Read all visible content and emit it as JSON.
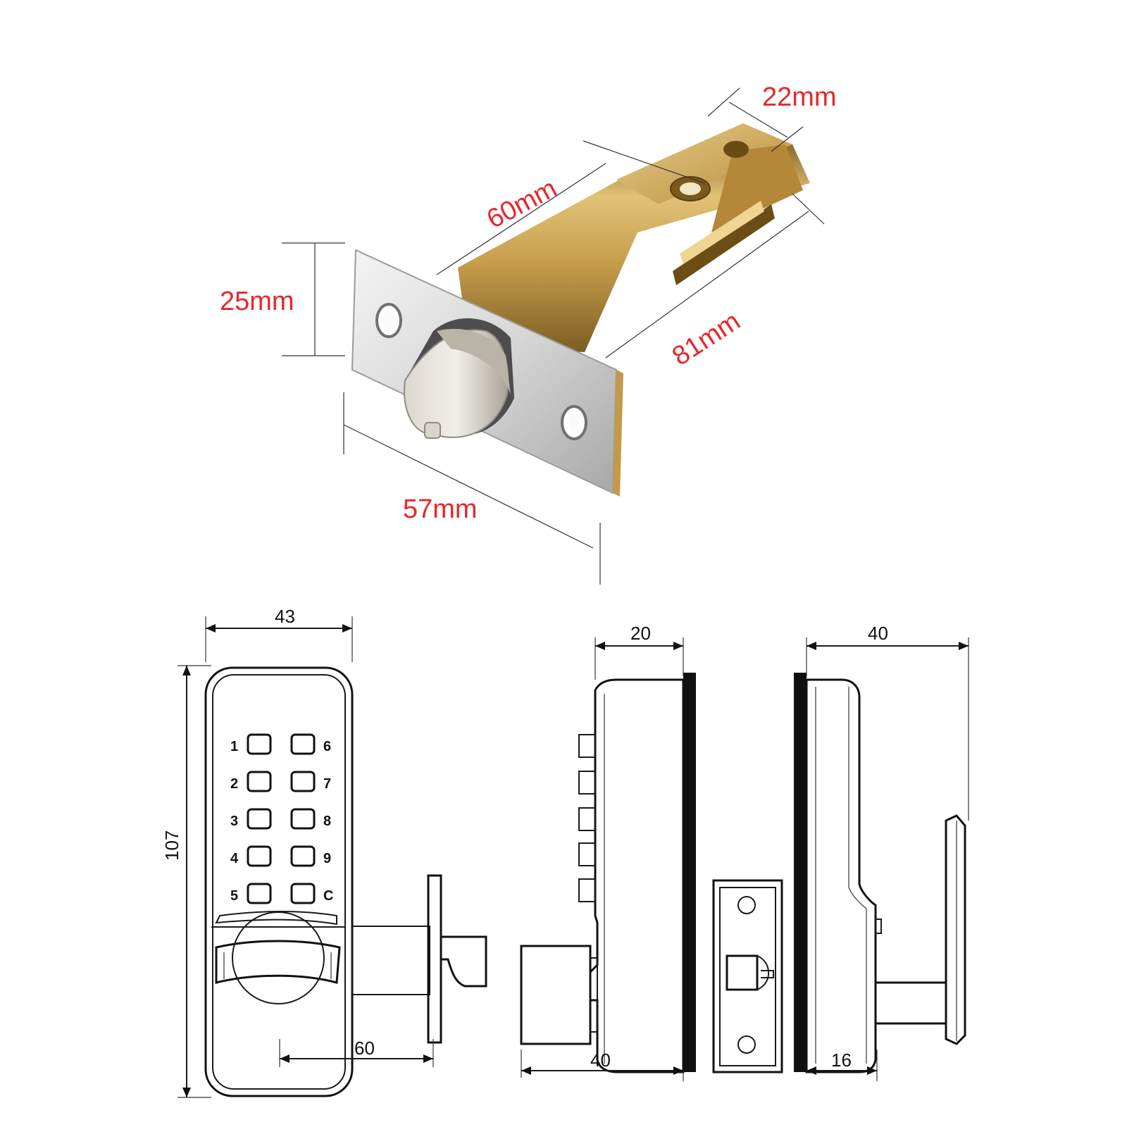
{
  "colors": {
    "dimension_red": "#e8262a",
    "brass_light": "#e2c277",
    "brass_mid": "#c9a04e",
    "brass_dark": "#8a6a2a",
    "chrome_light": "#f2f2f2",
    "chrome_mid": "#c8c8c8",
    "chrome_dark": "#8e8e8e",
    "line": "#1a1a1a"
  },
  "latch_photo": {
    "dimensions": {
      "width_22": "22mm",
      "backset_60": "60mm",
      "faceplate_height_25": "25mm",
      "overall_81": "81mm",
      "faceplate_width_57": "57mm"
    }
  },
  "front_view": {
    "dim_width": "43",
    "dim_height": "107",
    "dim_backset": "60",
    "keys_left": [
      "1",
      "2",
      "3",
      "4",
      "5"
    ],
    "keys_right": [
      "6",
      "7",
      "8",
      "9",
      "C"
    ]
  },
  "side_view_outer": {
    "dim_top": "20",
    "dim_bottom": "40"
  },
  "side_view_inner": {
    "dim_top": "40",
    "dim_bottom": "16"
  }
}
